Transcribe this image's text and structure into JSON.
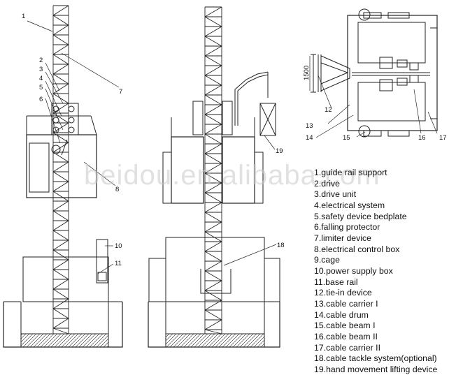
{
  "watermark": "beidou.en.alibaba.com",
  "dimension_label": "1500",
  "callouts": {
    "side": [
      "1",
      "2",
      "3",
      "4",
      "5",
      "6",
      "7",
      "8",
      "10",
      "11"
    ],
    "front": [
      "19",
      "18"
    ],
    "plan": [
      "12",
      "13",
      "14",
      "15",
      "16",
      "17"
    ]
  },
  "legend": [
    "1.guide rail support",
    "2.drive",
    "3.drive unit",
    "4.electrical system",
    "5.safety device bedplate",
    "6.falling protector",
    "7.limiter device",
    "8.electrical control box",
    "9.cage",
    "10.power supply box",
    "11.base rail",
    "12.tie-in device",
    "13.cable carrier I",
    "14.cable drum",
    "15.cable beam I",
    "16.cable beam II",
    "17.cable carrier II",
    "18.cable tackle system(optional)",
    "19.hand movement lifting device"
  ]
}
